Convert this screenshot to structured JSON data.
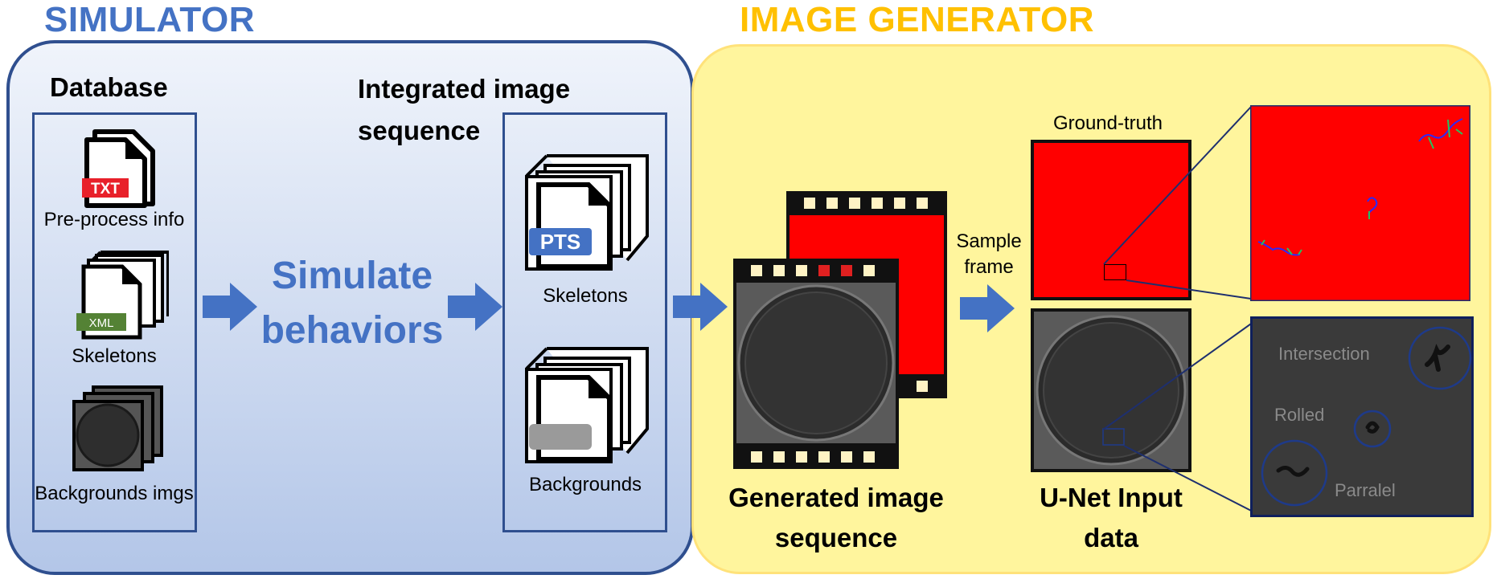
{
  "simulator": {
    "title": "SIMULATOR",
    "database": {
      "title": "Database",
      "items": [
        {
          "label": "Pre-process info",
          "badge": "TXT"
        },
        {
          "label": "Skeletons",
          "badge": "XML"
        },
        {
          "label": "Backgrounds imgs"
        }
      ]
    },
    "simulate_label": "Simulate behaviors",
    "integrated": {
      "title": "Integrated image sequence",
      "items": [
        {
          "label": "Skeletons",
          "badge": "PTS"
        },
        {
          "label": "Backgrounds"
        }
      ]
    }
  },
  "generator": {
    "title": "IMAGE GENERATOR",
    "generated_label": "Generated image sequence",
    "sample_label": "Sample frame",
    "ground_truth_label": "Ground-truth",
    "unet_label": "U-Net Input data",
    "annotations": [
      "Intersection",
      "Rolled",
      "Parralel"
    ]
  },
  "colors": {
    "simulator_title": "#4472c4",
    "generator_title": "#ffc000",
    "arrow": "#4472c4",
    "simulator_border": "#2f4f8f",
    "generator_fill": "#fff59d",
    "generator_border": "#ffe27a",
    "ground_truth_red": "#ff0000",
    "unet_gray": "#5a5a5a"
  }
}
